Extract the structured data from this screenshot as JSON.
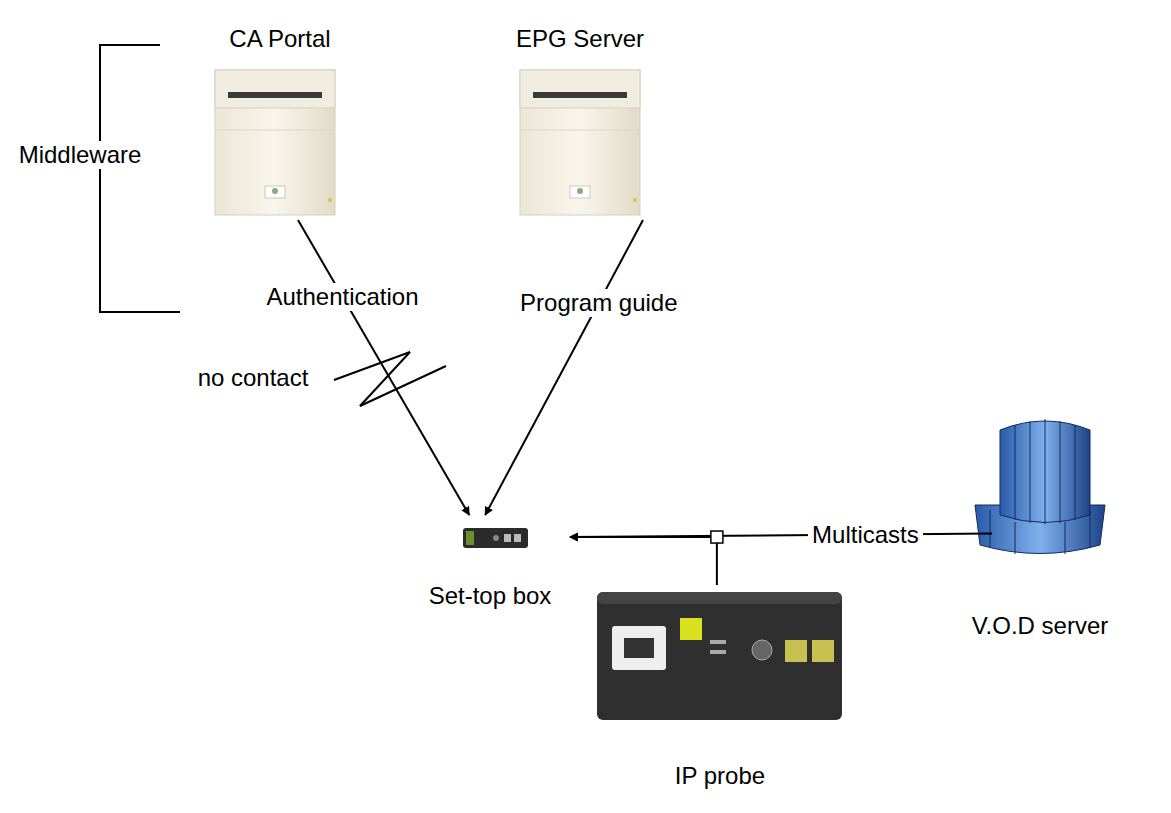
{
  "diagram": {
    "nodes": [
      {
        "text": [
          "CA Portal"
        ]
      },
      {
        "text": [
          "EPG Server"
        ]
      },
      {
        "text": [
          "Set-top box"
        ]
      },
      {
        "text": [
          "V.O.D server"
        ]
      },
      {
        "text": [
          "IP probe"
        ]
      }
    ],
    "edges": [
      {
        "from": 0,
        "to": 2,
        "arrow": "to",
        "label": "Authentication"
      },
      {
        "from": 1,
        "to": 2,
        "arrow": "to",
        "label": "Program guide"
      },
      {
        "from": 3,
        "to": 2,
        "arrow": "to",
        "label": "Multicasts"
      },
      {
        "from": 4,
        "to": 2,
        "arrow": "to"
      }
    ],
    "labels": [
      "Middleware",
      "no contact"
    ]
  }
}
